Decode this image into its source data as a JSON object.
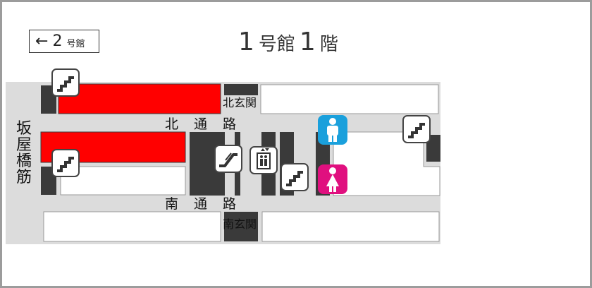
{
  "header": {
    "back_arrow": "←",
    "back_number": "2",
    "back_unit": "号館",
    "title_num1": "1",
    "title_word1": "号館",
    "title_num2": "1",
    "title_word2": "階"
  },
  "map": {
    "street_label": "坂屋橋筋",
    "north_corridor": "北通路",
    "south_corridor": "南通路",
    "north_entrance": "北玄関",
    "south_entrance": "南玄関"
  },
  "icons": {
    "stairs": "stairs-icon",
    "escalator": "escalator-icon",
    "elevator": "elevator-icon",
    "mens_restroom": "mens-restroom-icon",
    "womens_restroom": "womens-restroom-icon"
  },
  "colors": {
    "highlight": "#ff0000",
    "corridor": "#dcdcdc",
    "wall": "#3a3a3a",
    "mens_restroom": "#1aa0dc",
    "womens_restroom": "#e0107f"
  }
}
